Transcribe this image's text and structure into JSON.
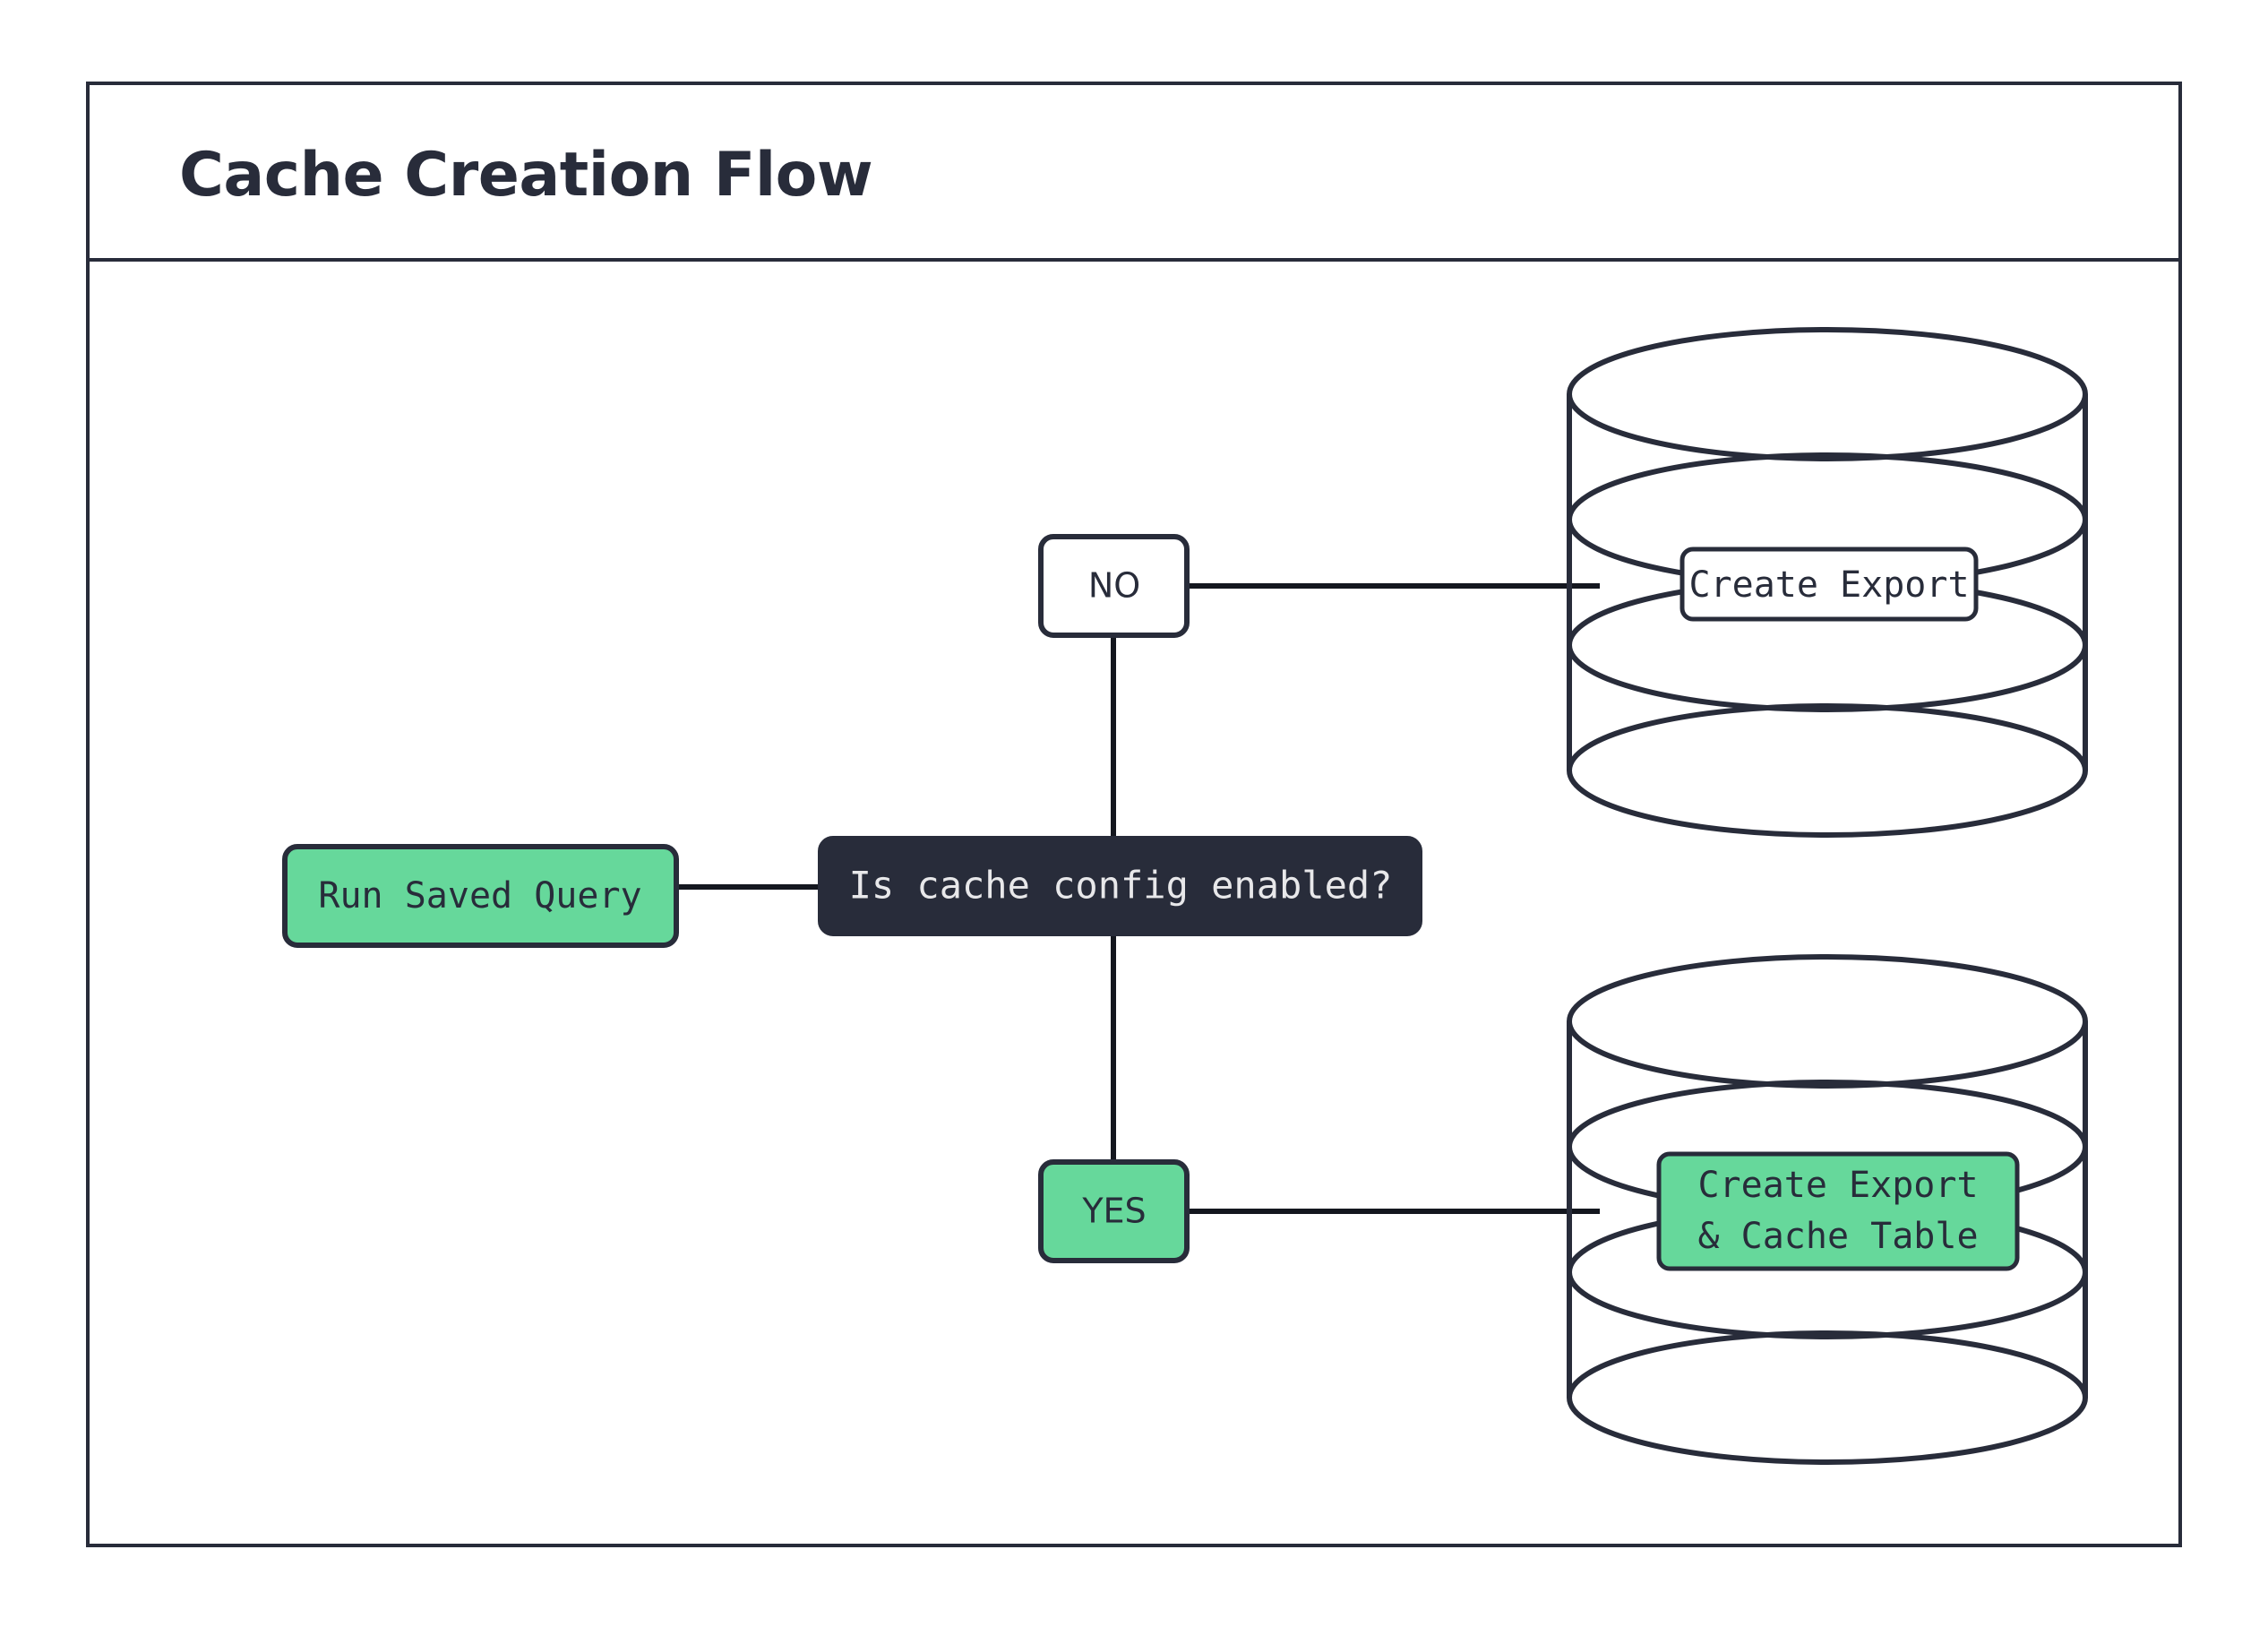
{
  "diagram": {
    "title": "Cache Creation Flow",
    "type": "flowchart",
    "colors": {
      "accent_green": "#66D89B",
      "dark_navy": "#282C3A",
      "light_text": "#E8E8EA",
      "background": "#FFFFFF",
      "border": "#282C3A"
    },
    "nodes": {
      "start": {
        "label": "Run Saved Query",
        "shape": "rounded-rectangle",
        "fill": "#66D89B",
        "text_style": "monospace"
      },
      "decision": {
        "label": "Is cache config enabled?",
        "shape": "rounded-rectangle",
        "fill": "#282C3A",
        "text_style": "monospace"
      },
      "branch_no": {
        "label": "NO",
        "shape": "rounded-rectangle",
        "fill": "#FFFFFF",
        "text_style": "sans-serif"
      },
      "branch_yes": {
        "label": "YES",
        "shape": "rounded-rectangle",
        "fill": "#66D89B",
        "text_style": "sans-serif"
      },
      "db_top": {
        "shape": "cylinder",
        "fill": "#FFFFFF",
        "label": "Create Export",
        "label_fill": "#FFFFFF",
        "label_lines": [
          "Create Export"
        ]
      },
      "db_bottom": {
        "shape": "cylinder",
        "fill": "#FFFFFF",
        "label": "Create Export & Cache Table",
        "label_fill": "#66D89B",
        "label_lines": [
          "Create Export",
          "& Cache Table"
        ]
      }
    },
    "edges": [
      {
        "from": "start",
        "to": "decision",
        "label": ""
      },
      {
        "from": "decision",
        "to": "branch_no",
        "label": ""
      },
      {
        "from": "decision",
        "to": "branch_yes",
        "label": ""
      },
      {
        "from": "branch_no",
        "to": "db_top",
        "label": ""
      },
      {
        "from": "branch_yes",
        "to": "db_bottom",
        "label": ""
      }
    ]
  }
}
